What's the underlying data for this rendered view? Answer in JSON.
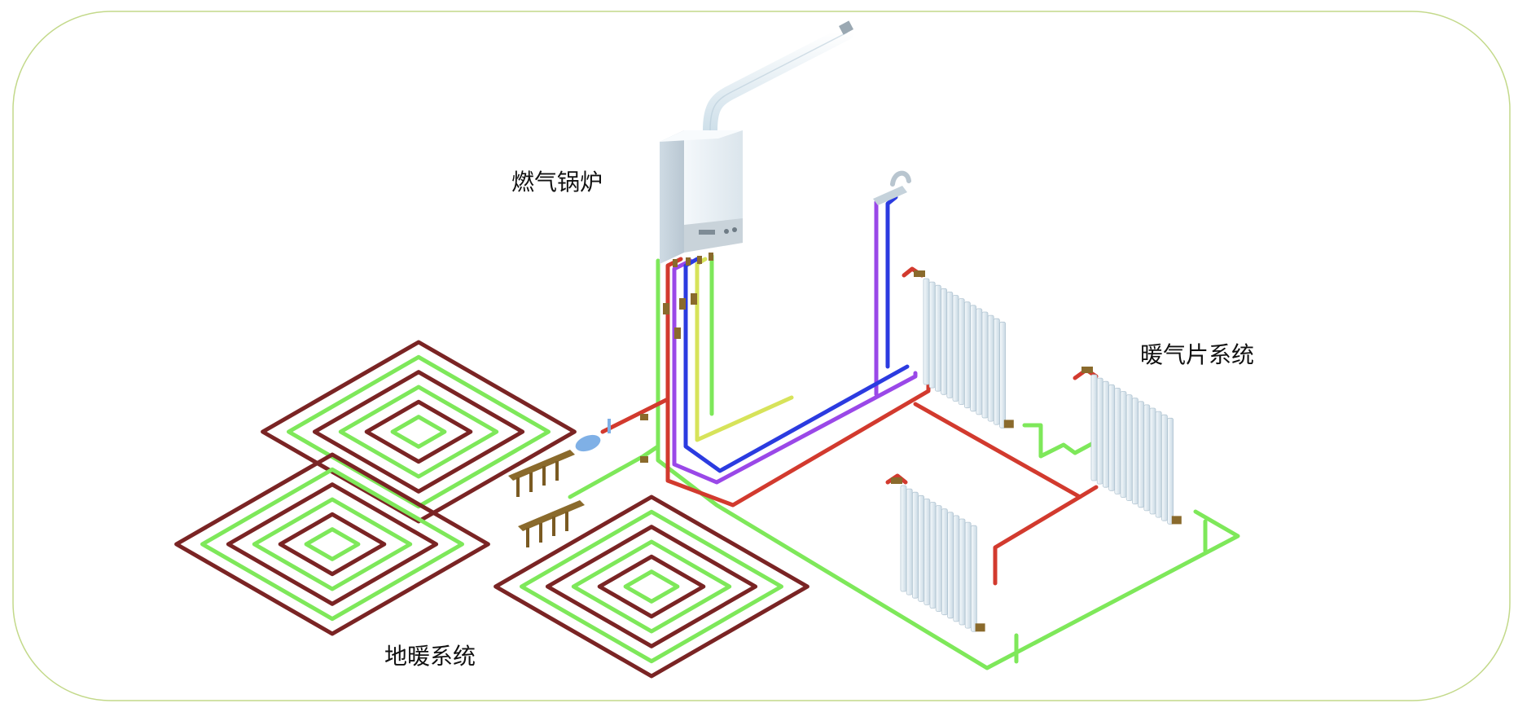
{
  "labels": {
    "boiler": "燃气锅炉",
    "radiator_system": "暖气片系统",
    "floor_heating_system": "地暖系统"
  },
  "colors": {
    "frame": "#b9d36b",
    "supply_hot": "#d23a2e",
    "return_green": "#7ee85a",
    "floor_coil_dark": "#7a2424",
    "gas_yellow": "#d7e35a",
    "cold_blue": "#2b3be0",
    "purple": "#9a48e8",
    "boiler_body": "#e6eef4",
    "radiator_body": "#dde9f1",
    "manifold": "#8a6a2c"
  },
  "components": {
    "boiler": "gas-boiler-icon",
    "radiators": [
      "radiator-icon",
      "radiator-icon",
      "radiator-icon"
    ],
    "manifold": "floor-manifold-icon",
    "floor_coils": [
      "floor-coil-icon",
      "floor-coil-icon",
      "floor-coil-icon"
    ]
  }
}
